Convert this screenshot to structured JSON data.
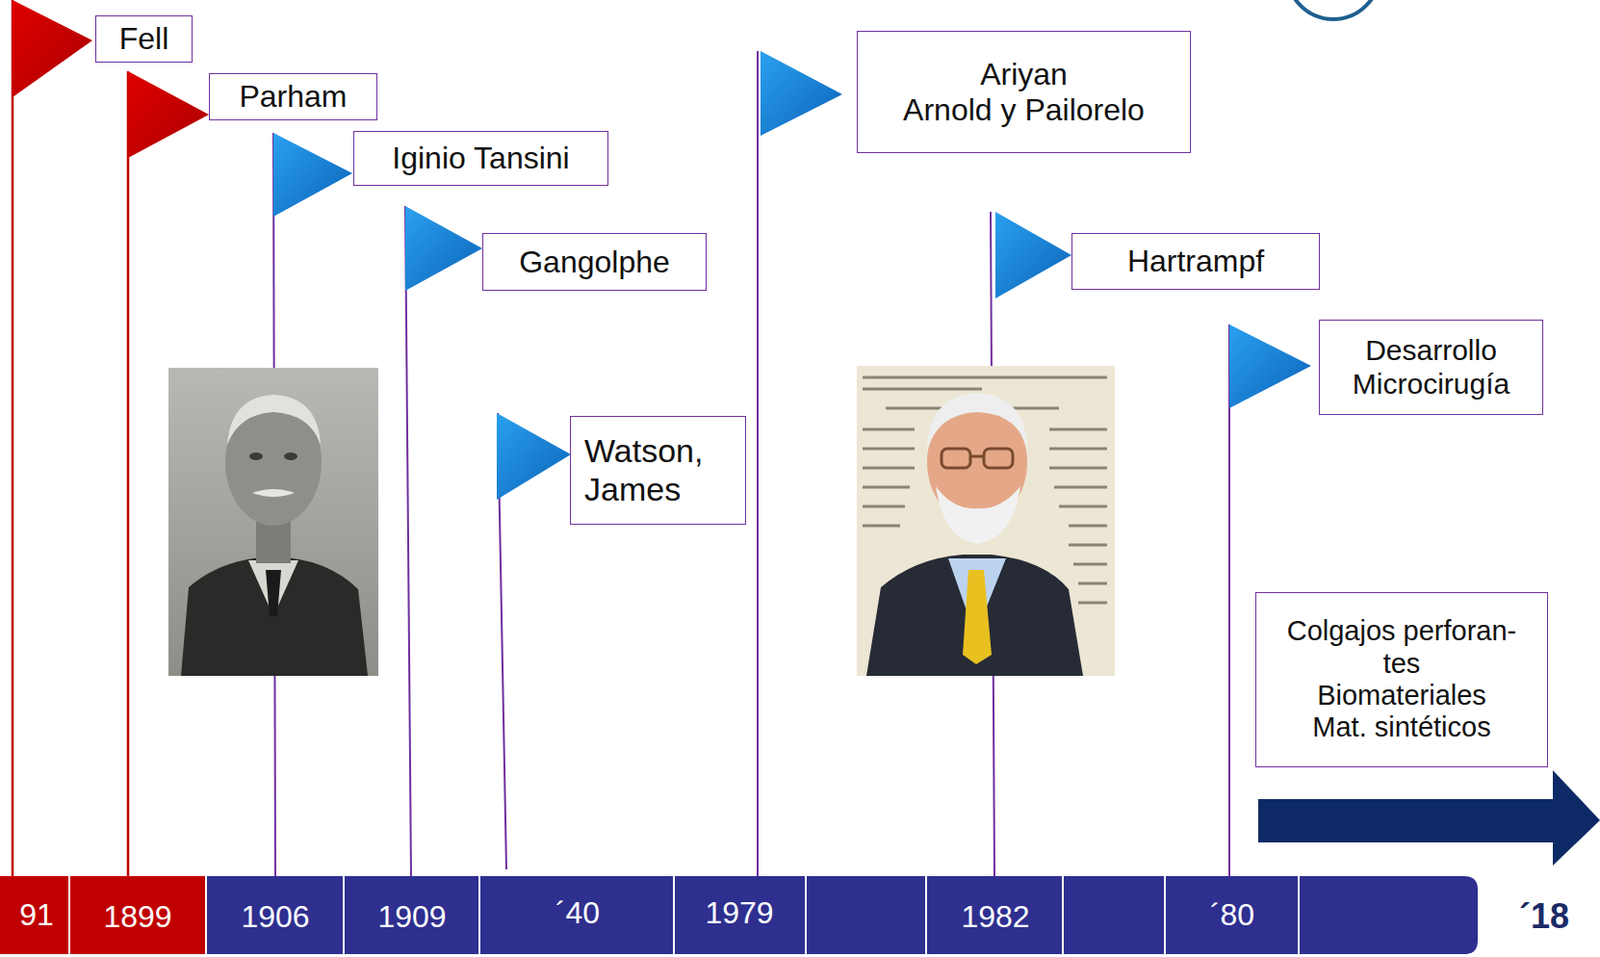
{
  "diagram": {
    "nodes": [
      {
        "text": [
          "Fell"
        ]
      },
      {
        "text": [
          "Parham"
        ]
      },
      {
        "text": [
          "Iginio Tansini"
        ]
      },
      {
        "text": [
          "Gangolphe"
        ]
      },
      {
        "text": [
          "Watson, James"
        ]
      },
      {
        "text": [
          "Ariyan",
          "Arnold y Pailorelo"
        ]
      },
      {
        "text": [
          "Hartrampf"
        ]
      },
      {
        "text": [
          "Desarrollo Microcirugía"
        ]
      },
      {
        "text": [
          "Colgajos perforan- tes",
          "Biomateriales",
          "Mat. sintéticos"
        ]
      }
    ],
    "labels": [
      "91",
      "1899",
      "1906",
      "1909",
      "´40",
      "1979",
      "1982",
      "´80",
      "´18"
    ]
  }
}
